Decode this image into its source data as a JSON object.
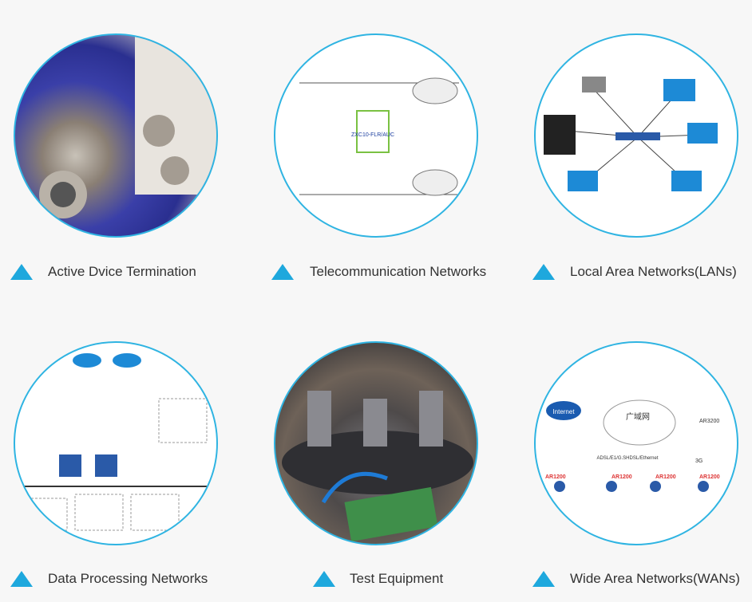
{
  "items": [
    {
      "label": "Active Dvice Termination",
      "image": "bnc-connectors-photo"
    },
    {
      "label": "Telecommunication Networks",
      "image": "telecom-network-diagram"
    },
    {
      "label": "Local Area Networks(LANs)",
      "image": "lan-diagram"
    },
    {
      "label": "Data Processing Networks",
      "image": "data-processing-diagram"
    },
    {
      "label": "Test Equipment",
      "image": "test-equipment-photo"
    },
    {
      "label": "Wide Area Networks(WANs)",
      "image": "wan-diagram"
    }
  ],
  "diagram_text": {
    "zxc": "ZXC10-FLR/AUC",
    "internet": "Internet",
    "wan_cloud": "广域网",
    "ar1200": "AR1200",
    "ar3200": "AR3200",
    "adsl": "ADSL/E1/G.SHDSL/Ethernet",
    "three_g": "3G"
  },
  "colors": {
    "accent": "#1ea8dd",
    "circle_border": "#2fb4e2"
  }
}
